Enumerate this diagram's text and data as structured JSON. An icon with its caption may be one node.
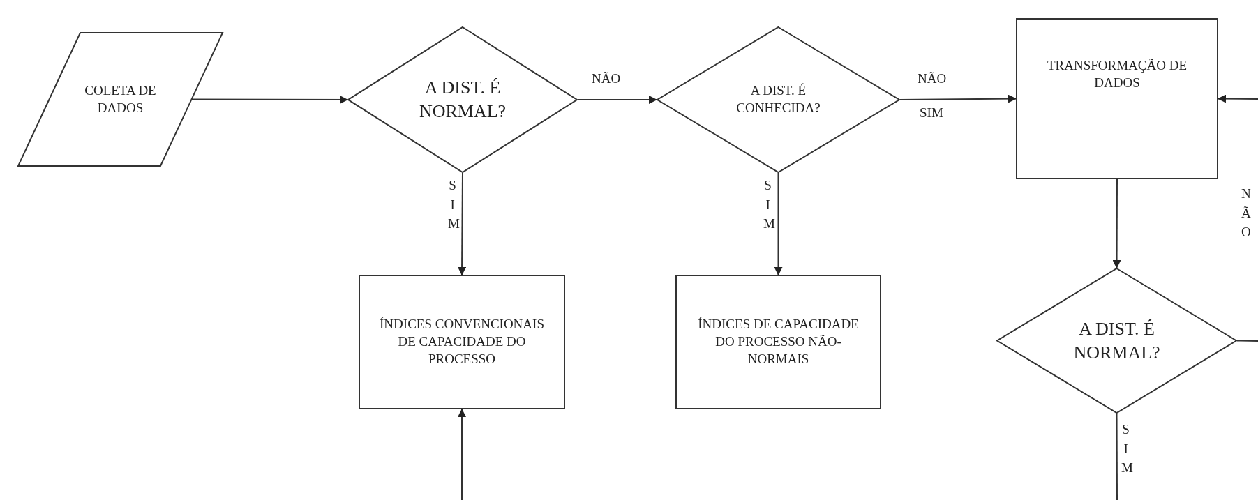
{
  "diagram": {
    "nodes": [
      {
        "text": [
          "COLETA DE DADOS"
        ]
      },
      {
        "text": [
          "A DIST. É NORMAL?"
        ]
      },
      {
        "text": [
          "A DIST. É CONHECIDA?"
        ]
      },
      {
        "text": [
          "TRANSFORMAÇÃO DE DADOS"
        ]
      },
      {
        "text": [
          "ÍNDICES CONVENCIONAIS DE CAPACIDADE DO PROCESSO"
        ]
      },
      {
        "text": [
          "ÍNDICES DE CAPACIDADE DO PROCESSO NÃO-NORMAIS"
        ]
      },
      {
        "text": [
          "A DIST. É NORMAL?"
        ]
      }
    ],
    "edges": [
      {
        "from": 0,
        "to": 1,
        "arrow": "to"
      },
      {
        "from": 1,
        "to": 2,
        "arrow": "to",
        "label": "NÃO"
      },
      {
        "from": 2,
        "to": 3,
        "arrow": "to",
        "label": "NÃO"
      },
      {
        "from": 1,
        "to": 4,
        "arrow": "to",
        "label": "SIM"
      },
      {
        "from": 2,
        "to": 5,
        "arrow": "to",
        "label": "SIM"
      },
      {
        "from": null,
        "to": 4,
        "arrow": "to"
      },
      {
        "from": 3,
        "to": 6,
        "arrow": "to"
      },
      {
        "from": null,
        "to": 3,
        "arrow": "to"
      },
      {
        "from": 6,
        "to": null,
        "arrow": "none"
      },
      {
        "from": 6,
        "to": null,
        "arrow": "none",
        "label": "SIM"
      }
    ],
    "labels": [
      "SIM",
      "NÃO"
    ]
  }
}
